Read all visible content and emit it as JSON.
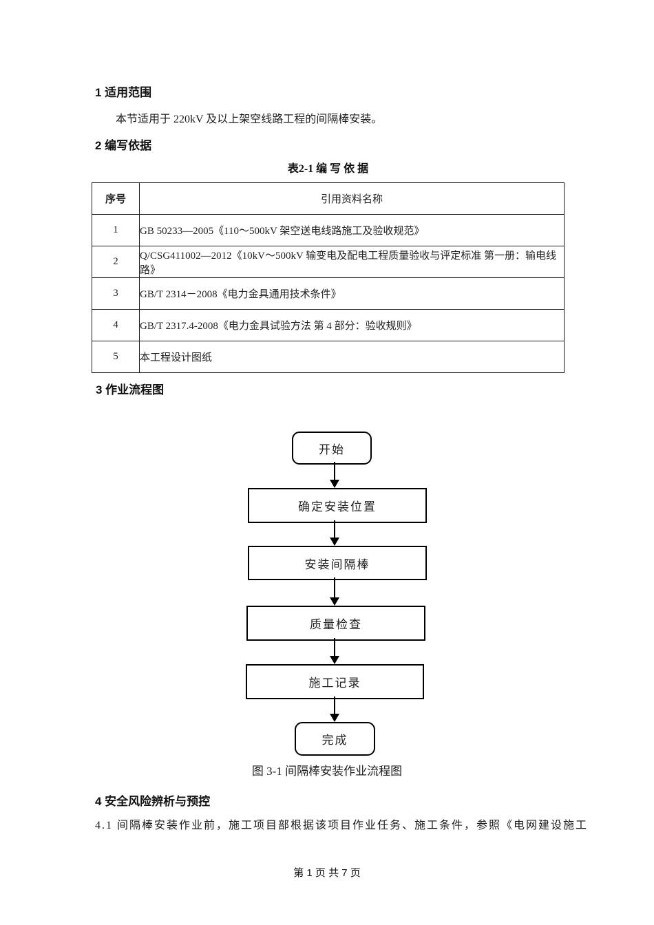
{
  "page": {
    "footer": "第 1 页 共 7 页"
  },
  "sections": {
    "s1": {
      "heading": "1 适用范围",
      "body": "本节适用于 220kV 及以上架空线路工程的间隔棒安装。"
    },
    "s2": {
      "heading": "2 编写依据"
    },
    "s3": {
      "heading": "3 作业流程图"
    },
    "s4": {
      "heading": "4 安全风险辨析与预控",
      "body": "4.1 间隔棒安装作业前，施工项目部根据该项目作业任务、施工条件，参照《电网建设施工"
    }
  },
  "table": {
    "title": "表2-1 编 写 依 据",
    "headers": [
      "序号",
      "引用资料名称"
    ],
    "rows": [
      [
        "1",
        "GB 50233—2005《110～500kV 架空送电线路施工及验收规范》"
      ],
      [
        "2",
        "Q/CSG411002—2012《10kV～500kV 输变电及配电工程质量验收与评定标准 第一册：输电线路》"
      ],
      [
        "3",
        "GB/T 2314－2008《电力金具通用技术条件》"
      ],
      [
        "4",
        "GB/T 2317.4-2008《电力金具试验方法 第 4 部分：验收规则》"
      ],
      [
        "5",
        "本工程设计图纸"
      ]
    ]
  },
  "flowchart": {
    "caption": "图 3-1 间隔棒安装作业流程图",
    "nodes": [
      {
        "label": "开始",
        "type": "terminator"
      },
      {
        "label": "确定安装位置",
        "type": "process"
      },
      {
        "label": "安装间隔棒",
        "type": "process"
      },
      {
        "label": "质量检查",
        "type": "process"
      },
      {
        "label": "施工记录",
        "type": "process"
      },
      {
        "label": "完成",
        "type": "terminator"
      }
    ]
  }
}
